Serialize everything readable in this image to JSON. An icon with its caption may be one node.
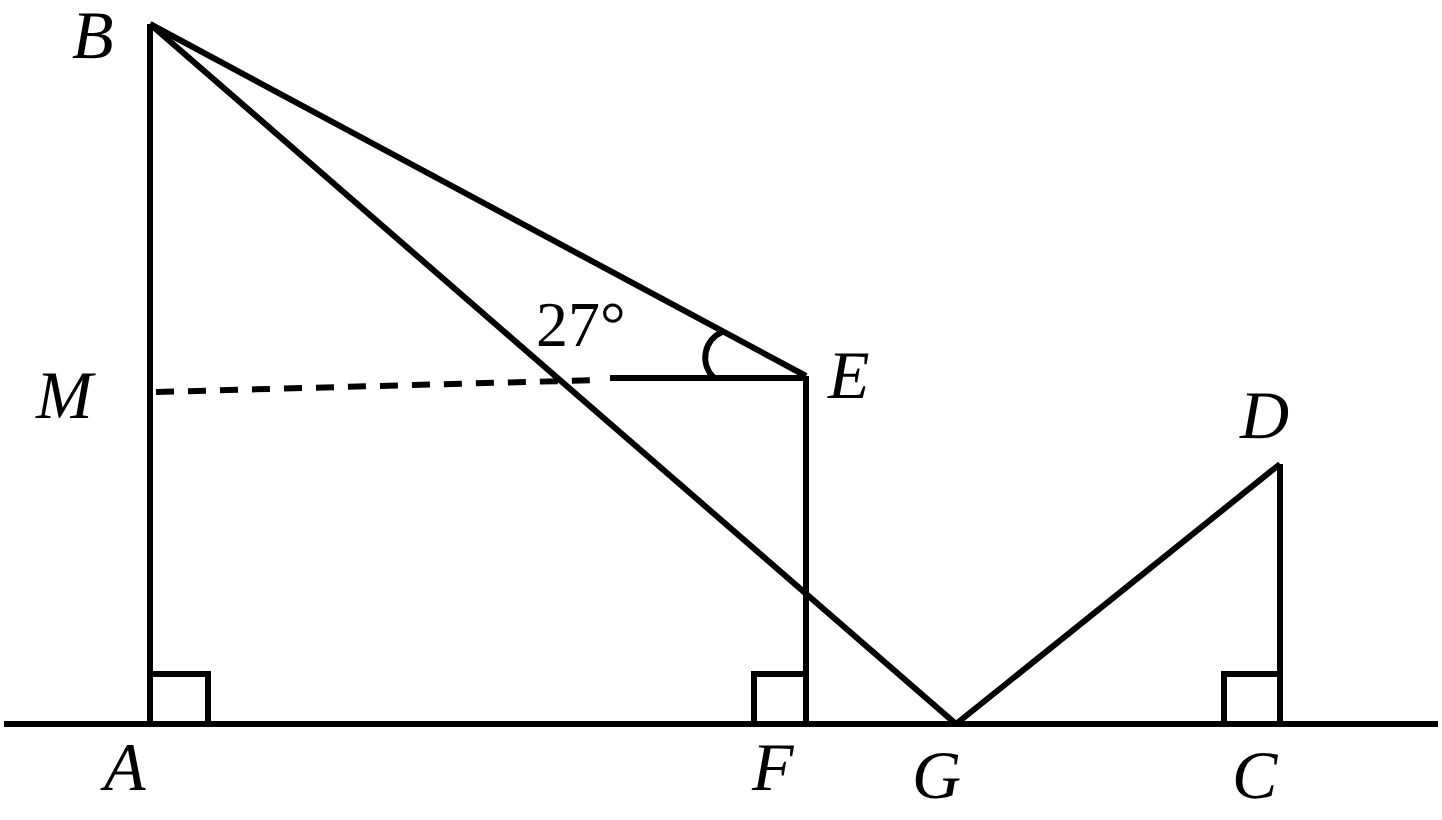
{
  "diagram": {
    "labels": [
      "B",
      "27°",
      "E",
      "M",
      "D",
      "A",
      "F",
      "G",
      "C"
    ]
  }
}
